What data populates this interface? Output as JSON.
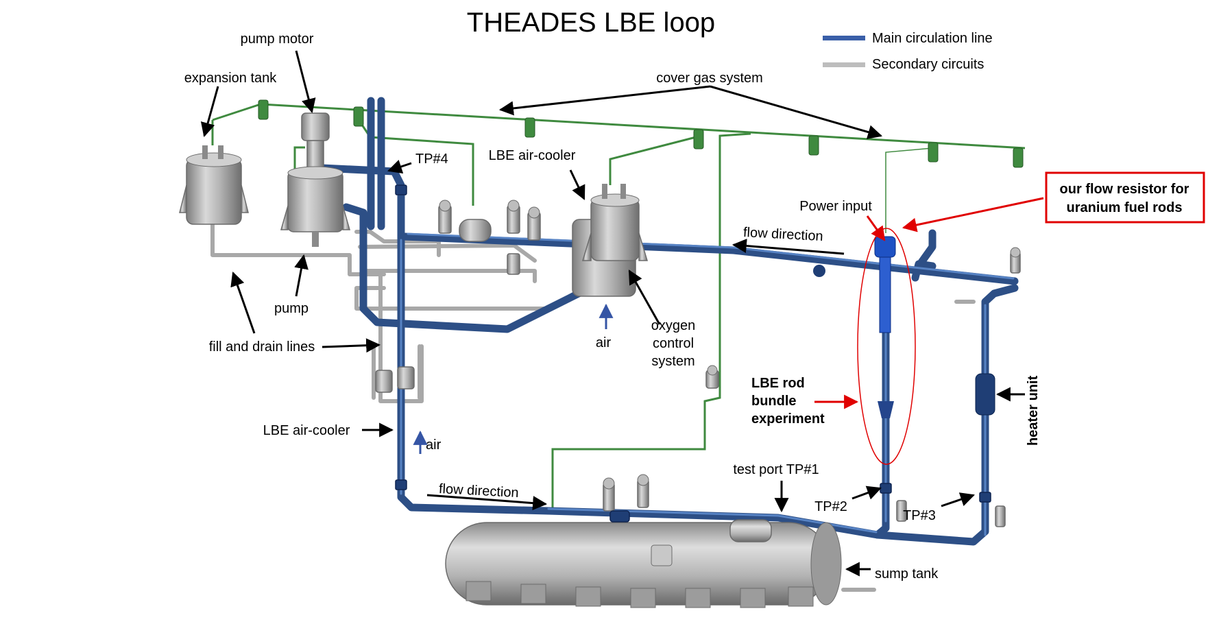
{
  "title": "THEADES LBE loop",
  "legend": {
    "items": [
      {
        "label": "Main circulation line",
        "color": "#3a5fa8"
      },
      {
        "label": "Secondary circuits",
        "color": "#bdbdbd"
      }
    ]
  },
  "labels": {
    "pump_motor": "pump motor",
    "expansion_tank": "expansion tank",
    "cover_gas_system": "cover gas system",
    "tp4": "TP#4",
    "lbe_air_cooler_top": "LBE air-cooler",
    "power_input": "Power input",
    "flow_direction_top": "flow direction",
    "pump": "pump",
    "fill_and_drain_lines": "fill and drain lines",
    "air_top": "air",
    "oxygen_control_system": [
      "oxygen",
      "control",
      "system"
    ],
    "lbe_rod_bundle_experiment": [
      "LBE rod",
      "bundle",
      "experiment"
    ],
    "lbe_air_cooler_left": "LBE air-cooler",
    "air_left": "air",
    "heater_unit": "heater unit",
    "test_port_tp1": "test port TP#1",
    "tp2": "TP#2",
    "tp3": "TP#3",
    "flow_direction_bottom": "flow direction",
    "sump_tank": "sump tank"
  },
  "callout": {
    "lines": [
      "our flow resistor for",
      "uranium fuel rods"
    ],
    "color": "#e00000"
  },
  "colors": {
    "main_line": "#2d4f86",
    "secondary": "#a8a8a8",
    "cover_gas": "#3f8a3f"
  }
}
